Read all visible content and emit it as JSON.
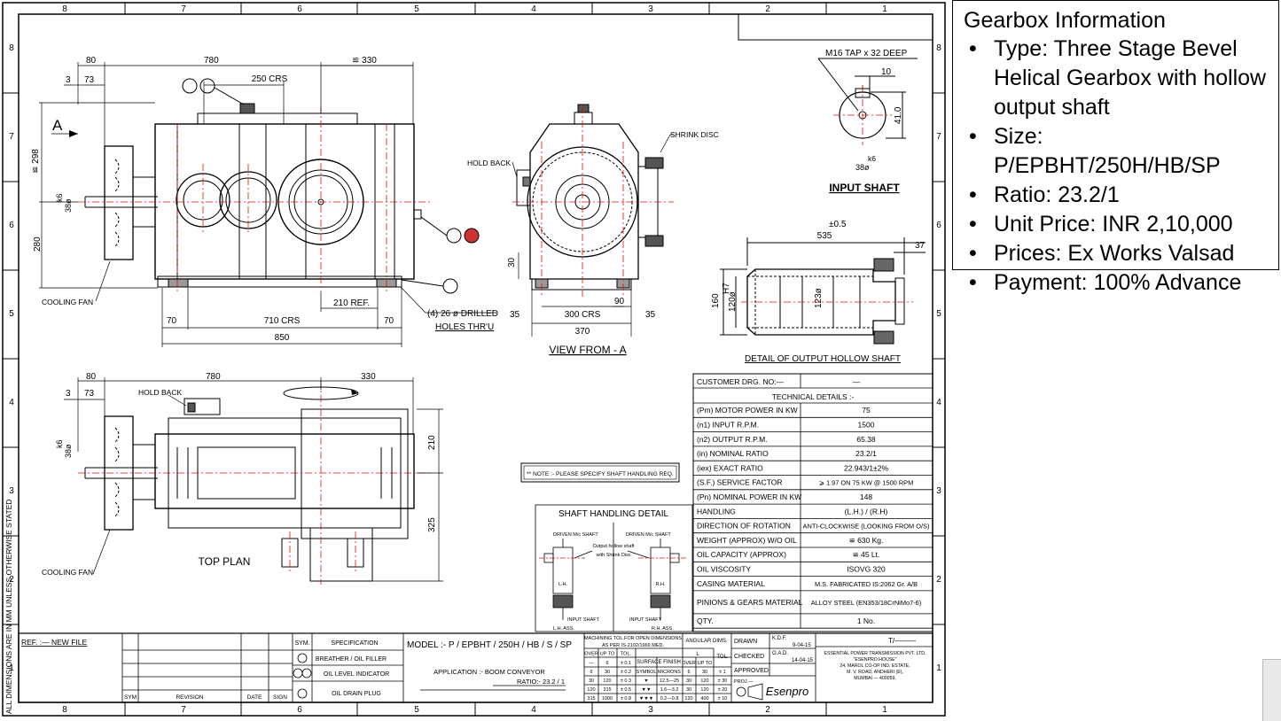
{
  "gearbox_info": {
    "title": "Gearbox Information",
    "items": [
      "Type: Three Stage Bevel Helical Gearbox with hollow output shaft",
      "Size: P/EPBHT/250H/HB/SP",
      "Ratio: 23.2/1",
      "Unit Price: INR 2,10,000",
      "Prices: Ex Works Valsad",
      "Payment: 100% Advance"
    ]
  },
  "grid": {
    "columns": [
      "8",
      "7",
      "6",
      "5",
      "4",
      "3",
      "2",
      "1"
    ],
    "rows": [
      "8",
      "7",
      "6",
      "5",
      "4",
      "3",
      "2",
      "1"
    ],
    "side_note": "ALL DIMENSIONS ARE IN MM UNLESS OTHERWISE STATED"
  },
  "front_view": {
    "dims": {
      "d80": "80",
      "d780": "780",
      "d330": "≌ 330",
      "d3": "3",
      "d73": "73",
      "d250crs": "250 CRS",
      "d298": "≌ 298",
      "k6": "k6",
      "d38": "38ø",
      "d280": "280",
      "d70a": "70",
      "d710crs": "710 CRS",
      "d70b": "70",
      "d210ref": "210 REF.",
      "d850": "850"
    },
    "labels": {
      "arrow_a": "A",
      "cooling_fan": "COOLING FAN",
      "holes_1": "(4) 26 ø DRILLED",
      "holes_2": "HOLES THR'U"
    }
  },
  "view_a": {
    "labels": {
      "hold_back": "HOLD BACK",
      "shrink_disc": "SHRINK DISC",
      "title": "VIEW FROM - A"
    },
    "dims": {
      "d30": "30",
      "d35a": "35",
      "d300crs": "300 CRS",
      "d90": "90",
      "d35b": "35",
      "d370": "370"
    }
  },
  "input_shaft": {
    "tap": "M16 TAP x 32 DEEP",
    "d10": "10",
    "d41": "41.0",
    "k6": "k6",
    "d38": "38ø",
    "title": "INPUT SHAFT"
  },
  "output_shaft": {
    "tol": "±0.5",
    "d535": "535",
    "d37": "37",
    "d160": "160",
    "h7": "H7",
    "d120": "120ø",
    "d123": "123ø",
    "title": "DETAIL OF OUTPUT HOLLOW SHAFT"
  },
  "top_plan": {
    "dims": {
      "d80": "80",
      "d780": "780",
      "d330": "330",
      "d3": "3",
      "d73": "73",
      "k6": "k6",
      "d38": "38ø",
      "d210": "210",
      "d325": "325"
    },
    "labels": {
      "hold_back": "HOLD BACK",
      "title": "TOP PLAN",
      "cooling_fan": "COOLING FAN"
    }
  },
  "note": "** NOTE :- PLEASE SPECIFY SHAFT HANDLING REQ.",
  "shaft_handling": {
    "title": "SHAFT HANDLING DETAIL",
    "driven_left": "DRIVEN M/c SHAFT",
    "driven_right": "DRIVEN M/c SHAFT",
    "output_1": "Output hollow shaft",
    "output_2": "with Shrink Disc",
    "lh": "L.H.",
    "rh": "R.H.",
    "input_left": "INPUT SHAFT",
    "input_right": "INPUT SHAFT",
    "lh_ass": "L.H. ASS.",
    "rh_ass": "R.H. ASS."
  },
  "tech_table": {
    "customer_drg_label": "CUSTOMER DRG. NO:—",
    "customer_drg_value": "—",
    "heading": "TECHNICAL DETAILS :-",
    "rows": [
      {
        "label": "(Pm) MOTOR POWER IN KW",
        "value": "75"
      },
      {
        "label": "(n1) INPUT R.P.M.",
        "value": "1500"
      },
      {
        "label": "(n2) OUTPUT R.P.M.",
        "value": "65.38"
      },
      {
        "label": "(in) NOMINAL RATIO",
        "value": "23.2/1"
      },
      {
        "label": "(iex) EXACT RATIO",
        "value": "22.943/1±2%"
      },
      {
        "label": "(S.F.) SERVICE FACTOR",
        "value": "⩾ 1.97 ON 75 KW @ 1500 RPM"
      },
      {
        "label": "(Pn) NOMINAL POWER IN KW",
        "value": "148"
      },
      {
        "label": "HANDLING",
        "value": "(L.H.) / (R.H)"
      },
      {
        "label": "DIRECTION OF ROTATION",
        "value": "ANTI-CLOCKWISE (LOOKING FROM O/S)"
      },
      {
        "label": "WEIGHT (APPROX) W/O OIL",
        "value": "≌ 630 Kg."
      },
      {
        "label": "OIL CAPACITY (APPROX)",
        "value": "≌ 45 Lt."
      },
      {
        "label": "OIL VISCOSITY",
        "value": "ISOVG 320"
      },
      {
        "label": "CASING MATERIAL",
        "value": "M.S. FABRICATED IS:2062 Gr. A/B"
      },
      {
        "label": "PINIONS & GEARS MATERIAL",
        "value": "ALLOY STEEL (EN353/18CrNiMo7-6)"
      },
      {
        "label": "QTY.",
        "value": "1 No."
      }
    ]
  },
  "title_block": {
    "ref": "REF. :— NEW FILE",
    "sym": "SYM",
    "revision": "REVISION",
    "date": "DATE",
    "sign": "SIGN",
    "sym_header": "SYM.",
    "spec_header": "SPECIFICATION",
    "spec_rows": [
      "BREATHER / OIL FILLER",
      "OIL LEVEL INDICATOR",
      "OIL DRAIN PLUG"
    ],
    "model": "MODEL :- P / EPBHT / 250H / HB / S / SP",
    "application": "APPLICATION :- BOOM CONVEYOR",
    "ratio": "RATIO:- 23.2 / 1",
    "tol_title_1": "MACHINING TOL.FOR OPEN DIMENSIONS",
    "tol_title_2": "AS PER IS-2102/1969 MED.",
    "tol_head": [
      "OVER",
      "UP TO",
      "TOL."
    ],
    "tol_rows": [
      [
        "—",
        "6",
        "± 0.1"
      ],
      [
        "6",
        "30",
        "± 0.2"
      ],
      [
        "30",
        "120",
        "± 0.3"
      ],
      [
        "120",
        "315",
        "± 0.5"
      ],
      [
        "315",
        "1000",
        "± 0.8"
      ]
    ],
    "finish_title": "SURFACE FINISH",
    "finish_head": [
      "SYMBOL",
      "MICRONS"
    ],
    "finish_rows": [
      [
        "▼",
        "12.5—25"
      ],
      [
        "▼▼",
        "1.6—3.2"
      ],
      [
        "▼▼▼",
        "0.2—0.8"
      ]
    ],
    "angular_title": "ANGULAR DIMS.",
    "ang_l": "L",
    "ang_tol": "TOL.",
    "ang_head": [
      "OVER",
      "UP TO"
    ],
    "ang_rows": [
      [
        "6",
        "30",
        "± 1"
      ],
      [
        "30",
        "120",
        "± 30"
      ],
      [
        "30",
        "120",
        "± 20"
      ],
      [
        "120",
        "400",
        "± 10"
      ]
    ],
    "drawn": "DRAWN",
    "checked": "CHECKED",
    "approved": "APPROVED",
    "proj": "PROJ.—",
    "drawn_by": "K.D.F.",
    "drawn_date": "9-04-15",
    "checked_by": "O.A.D.",
    "checked_date": "14-04-15",
    "drawing_no": "T/———",
    "company": [
      "ESSENTIAL POWER TRANSMISSION PVT. LTD.",
      "\"ESENPRO HOUSE\"",
      "24, MAROL CO-OP IND. ESTATE,",
      "M. V. ROAD, ANDHERI (E),",
      "MUMBAI — 400059."
    ],
    "logo": "Esenpro"
  }
}
